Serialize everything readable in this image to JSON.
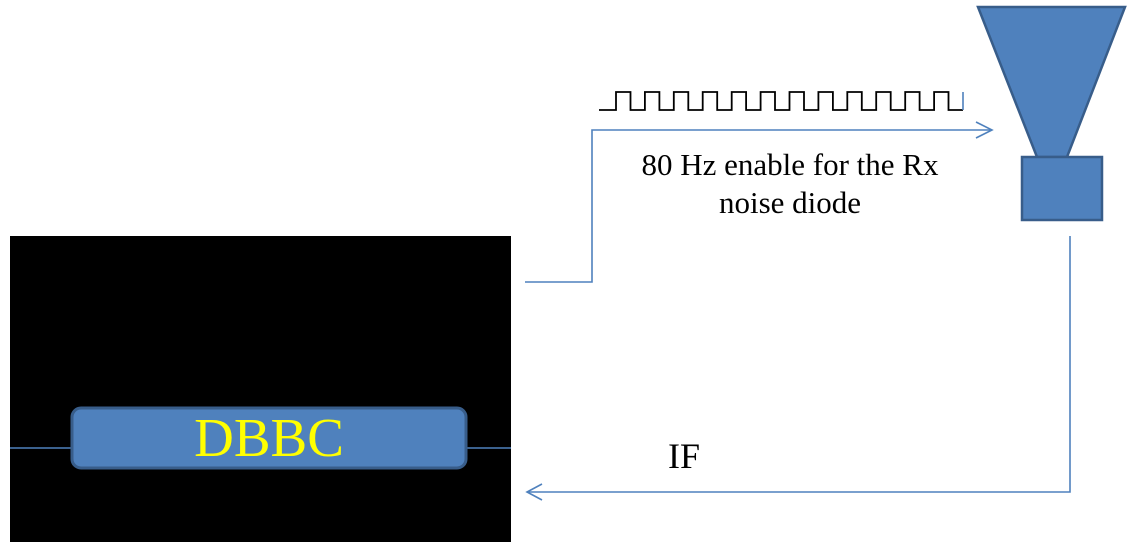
{
  "labels": {
    "dbbc": "DBBC",
    "enable_line1": "80 Hz enable for the Rx",
    "enable_line2": "noise diode",
    "if": "IF"
  },
  "colors": {
    "background": "#ffffff",
    "dbbc_panel": "#000000",
    "dbbc_box_fill": "#4f81bd",
    "dbbc_box_border": "#385d8a",
    "dbbc_text": "#ffff00",
    "connector_line": "#4f81bd",
    "horn_fill": "#4f81bd",
    "horn_border": "#385d8a",
    "square_wave": "#000000"
  },
  "icons": {
    "receiver": "horn-antenna-icon"
  },
  "square_wave": {
    "periods": 12
  }
}
